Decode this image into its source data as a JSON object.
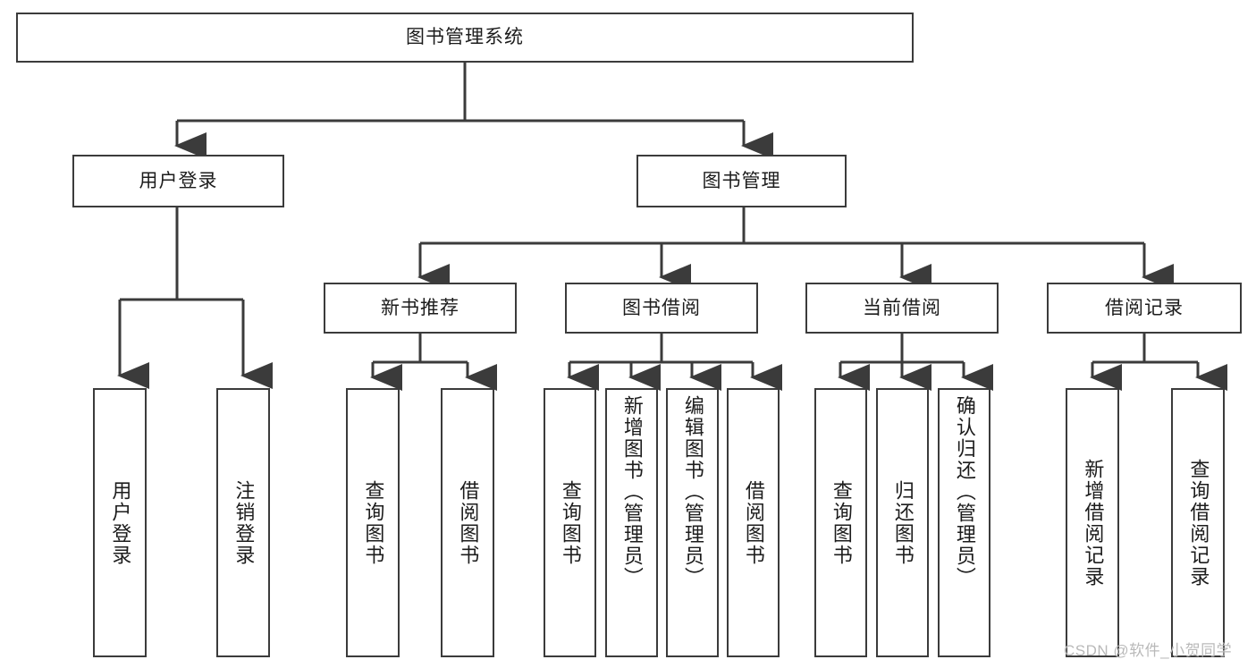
{
  "diagram": {
    "type": "tree-hierarchy-functional-decomposition",
    "root": {
      "label": "图书管理系统"
    },
    "level2": [
      {
        "label": "用户登录"
      },
      {
        "label": "图书管理"
      }
    ],
    "level3": [
      {
        "label": "新书推荐"
      },
      {
        "label": "图书借阅"
      },
      {
        "label": "当前借阅"
      },
      {
        "label": "借阅记录"
      }
    ],
    "leaves": {
      "user_login": [
        {
          "label": "用户登录"
        },
        {
          "label": "注销登录"
        }
      ],
      "new_book_recommend": [
        {
          "label": "查询图书"
        },
        {
          "label": "借阅图书"
        }
      ],
      "book_borrow": [
        {
          "label": "查询图书"
        },
        {
          "label": "新增图书（管理员）"
        },
        {
          "label": "编辑图书（管理员）"
        },
        {
          "label": "借阅图书"
        }
      ],
      "current_borrow": [
        {
          "label": "查询图书"
        },
        {
          "label": "归还图书"
        },
        {
          "label": "确认归还（管理员）"
        }
      ],
      "borrow_records": [
        {
          "label": "新增借阅记录"
        },
        {
          "label": "查询借阅记录"
        }
      ]
    }
  },
  "watermark": {
    "text": "CSDN @软件_小贺同学"
  },
  "colors": {
    "stroke": "#3b3b3b",
    "text": "#1c1c1c",
    "background": "#ffffff",
    "watermark": "#b9b9b9"
  }
}
